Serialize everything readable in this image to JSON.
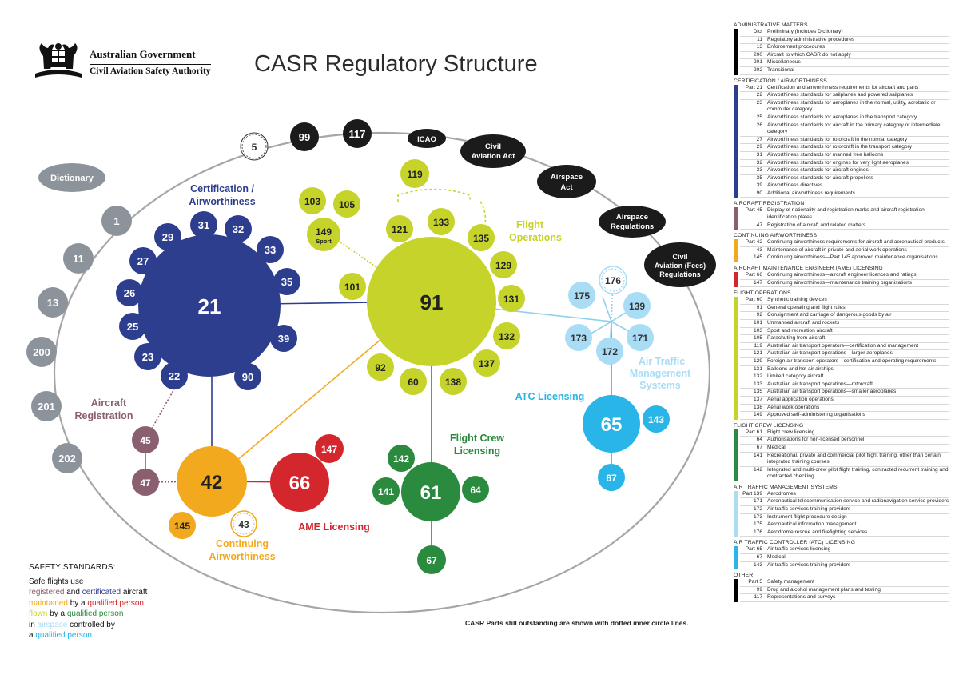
{
  "header": {
    "gov_line1": "Australian Government",
    "gov_line2": "Civil Aviation Safety Authority",
    "title": "CASR Regulatory Structure"
  },
  "colors": {
    "certification": "#2e3e8e",
    "flight_ops": "#c6d32a",
    "flight_crew": "#2a8a3e",
    "atc": "#29b5e8",
    "atm_light": "#a9dcf5",
    "ame": "#d4272d",
    "continuing": "#f2a91d",
    "registration": "#8a6070",
    "general": "#8c939a",
    "external": "#1b1b1b"
  },
  "groups": {
    "certification": "Certification / Airworthiness",
    "flight_ops": "Flight Operations",
    "flight_crew": "Flight Crew Licensing",
    "atc": "ATC Licensing",
    "atm": "Air Traffic Management Systems",
    "ame": "AME Licensing",
    "continuing": "Continuing Airworthiness",
    "registration": "Aircraft Registration"
  },
  "nodes": {
    "dictionary": "Dictionary",
    "g1": "1",
    "g11": "11",
    "g13": "13",
    "g200": "200",
    "g201": "201",
    "g202": "202",
    "n5": "5",
    "n99": "99",
    "n117": "117",
    "icao": "ICAO",
    "cact": "Civil Aviation Act",
    "aact": "Airspace Act",
    "areg": "Airspace Regulations",
    "fees": "Civil Aviation (Fees) Regulations",
    "c21": "21",
    "c22": "22",
    "c23": "23",
    "c25": "25",
    "c26": "26",
    "c27": "27",
    "c29": "29",
    "c31": "31",
    "c32": "32",
    "c33": "33",
    "c35": "35",
    "c39": "39",
    "c90": "90",
    "f91": "91",
    "f92": "92",
    "f60": "60",
    "f101": "101",
    "f103": "103",
    "f105": "105",
    "f149": "149",
    "f149s": "Sport",
    "f119": "119",
    "f121": "121",
    "f133": "133",
    "f135": "135",
    "f129": "129",
    "f131": "131",
    "f132": "132",
    "f137": "137",
    "f138": "138",
    "fc61": "61",
    "fc141": "141",
    "fc142": "142",
    "fc64": "64",
    "fc67": "67",
    "a65": "65",
    "a143": "143",
    "a67": "67",
    "m172": "172",
    "m173": "173",
    "m175": "175",
    "m176": "176",
    "m139": "139",
    "m171": "171",
    "e66": "66",
    "e147": "147",
    "ca42": "42",
    "ca43": "43",
    "ca145": "145",
    "r45": "45",
    "r47": "47"
  },
  "safety": {
    "heading": "SAFETY STANDARDS:",
    "l1": "Safe flights use",
    "l2a": "registered",
    "l2b": " and ",
    "l2c": "certificated",
    "l2d": " aircraft",
    "l3a": "maintained",
    "l3b": " by a ",
    "l3c": "qualified person",
    "l4a": "flown",
    "l4b": " by a ",
    "l4c": "qualified person",
    "l5a": "in ",
    "l5b": "airspace",
    "l5c": " controlled by",
    "l6a": "a ",
    "l6b": "qualified person",
    "l6c": "."
  },
  "footnote": "CASR Parts still outstanding are shown with dotted inner circle lines.",
  "legend": [
    {
      "title": "ADMINISTRATIVE MATTERS",
      "color": "#000000",
      "rows": [
        {
          "n": "Dict",
          "t": "Preliminary (includes Dictionary)"
        },
        {
          "n": "11",
          "t": "Regulatory administrative procedures"
        },
        {
          "n": "13",
          "t": "Enforcement procedures"
        },
        {
          "n": "200",
          "t": "Aircraft to which CASR do not apply"
        },
        {
          "n": "201",
          "t": "Miscellaneous"
        },
        {
          "n": "202",
          "t": "Transitional"
        }
      ]
    },
    {
      "title": "CERTIFICATION / AIRWORTHINESS",
      "color": "#2e3e8e",
      "rows": [
        {
          "n": "Part 21",
          "t": "Certification and airworthiness requirements for aircraft and parts"
        },
        {
          "n": "22",
          "t": "Airworthiness standards for sailplanes and powered sailplanes"
        },
        {
          "n": "23",
          "t": "Airworthiness standards for aeroplanes in the normal, utility, acrobatic or commuter category"
        },
        {
          "n": "25",
          "t": "Airworthiness standards for aeroplanes in the transport category"
        },
        {
          "n": "26",
          "t": "Airworthiness standards for aircraft in the primary category or intermediate category"
        },
        {
          "n": "27",
          "t": "Airworthiness standards for rotorcraft in the normal category"
        },
        {
          "n": "29",
          "t": "Airworthiness standards for rotorcraft in the transport category"
        },
        {
          "n": "31",
          "t": "Airworthiness standards for manned free balloons"
        },
        {
          "n": "32",
          "t": "Airworthiness standards for engines for very light aeroplanes"
        },
        {
          "n": "33",
          "t": "Airworthiness standards for aircraft engines"
        },
        {
          "n": "35",
          "t": "Airworthiness standards for aircraft propellers"
        },
        {
          "n": "39",
          "t": "Airworthiness directives"
        },
        {
          "n": "90",
          "t": "Additional airworthiness requirements"
        }
      ]
    },
    {
      "title": "AIRCRAFT REGISTRATION",
      "color": "#8a6070",
      "rows": [
        {
          "n": "Part 45",
          "t": "Display of nationality and registration marks and aircraft registration identification plates"
        },
        {
          "n": "47",
          "t": "Registration of aircraft and related matters"
        }
      ]
    },
    {
      "title": "CONTINUING AIRWORTHINESS",
      "color": "#f2a91d",
      "rows": [
        {
          "n": "Part 42",
          "t": "Continuing airworthiness requirements for aircraft and aeronautical products"
        },
        {
          "n": "43",
          "t": "Maintenance of aircraft in private and aerial work operations"
        },
        {
          "n": "145",
          "t": "Continuing airworthiness—Part 145 approved maintenance organisations"
        }
      ]
    },
    {
      "title": "AIRCRAFT MAINTENANCE ENGINEER (AME) LICENSING",
      "color": "#d4272d",
      "rows": [
        {
          "n": "Part 66",
          "t": "Continuing airworthiness—aircraft engineer licences and ratings"
        },
        {
          "n": "147",
          "t": "Continuing airworthiness—maintenance training organisations"
        }
      ]
    },
    {
      "title": "FLIGHT OPERATIONS",
      "color": "#c6d32a",
      "rows": [
        {
          "n": "Part 60",
          "t": "Synthetic training devices"
        },
        {
          "n": "91",
          "t": "General operating and flight rules"
        },
        {
          "n": "92",
          "t": "Consignment and carriage of dangerous goods by air"
        },
        {
          "n": "101",
          "t": "Unmanned aircraft and rockets"
        },
        {
          "n": "103",
          "t": "Sport and recreation aircraft"
        },
        {
          "n": "105",
          "t": "Parachuting from aircraft"
        },
        {
          "n": "119",
          "t": "Australian air transport operators—certification and management"
        },
        {
          "n": "121",
          "t": "Australian air transport operations—larger aeroplanes"
        },
        {
          "n": "129",
          "t": "Foreign air transport operators—certification and operating requirements"
        },
        {
          "n": "131",
          "t": "Balloons and hot air airships"
        },
        {
          "n": "132",
          "t": "Limited category aircraft"
        },
        {
          "n": "133",
          "t": "Australian air transport operations—rotorcraft"
        },
        {
          "n": "135",
          "t": "Australian air transport operations—smaller aeroplanes"
        },
        {
          "n": "137",
          "t": "Aerial application operations"
        },
        {
          "n": "138",
          "t": "Aerial work operations"
        },
        {
          "n": "149",
          "t": "Approved self-administering organisations"
        }
      ]
    },
    {
      "title": "FLIGHT CREW LICENSING",
      "color": "#2a8a3e",
      "rows": [
        {
          "n": "Part 61",
          "t": "Flight crew licensing"
        },
        {
          "n": "64",
          "t": "Authorisations for non-licensed personnel"
        },
        {
          "n": "67",
          "t": "Medical"
        },
        {
          "n": "141",
          "t": "Recreational, private and commercial pilot flight training, other than certain integrated training courses"
        },
        {
          "n": "142",
          "t": "Integrated and multi-crew pilot flight training, contracted recurrent training and contracted checking"
        }
      ]
    },
    {
      "title": "AIR TRAFFIC MANAGEMENT SYSTEMS",
      "color": "#a9dcf5",
      "rows": [
        {
          "n": "Part 139",
          "t": "Aerodromes"
        },
        {
          "n": "171",
          "t": "Aeronautical telecommunication service and radionavigation service providers"
        },
        {
          "n": "172",
          "t": "Air traffic services training providers"
        },
        {
          "n": "173",
          "t": "Instrument flight procedure design"
        },
        {
          "n": "175",
          "t": "Aeronautical information management"
        },
        {
          "n": "176",
          "t": "Aerodrome rescue and firefighting services"
        }
      ]
    },
    {
      "title": "AIR TRAFFIC CONTROLLER (ATC) LICENSING",
      "color": "#29b5e8",
      "rows": [
        {
          "n": "Part 65",
          "t": "Air traffic services licensing"
        },
        {
          "n": "67",
          "t": "Medical"
        },
        {
          "n": "143",
          "t": "Air traffic services training providers"
        }
      ]
    },
    {
      "title": "OTHER",
      "color": "#000000",
      "rows": [
        {
          "n": "Part 5",
          "t": "Safety management"
        },
        {
          "n": "99",
          "t": "Drug and alcohol management plans and testing"
        },
        {
          "n": "117",
          "t": "Representations and surveys"
        }
      ]
    }
  ]
}
